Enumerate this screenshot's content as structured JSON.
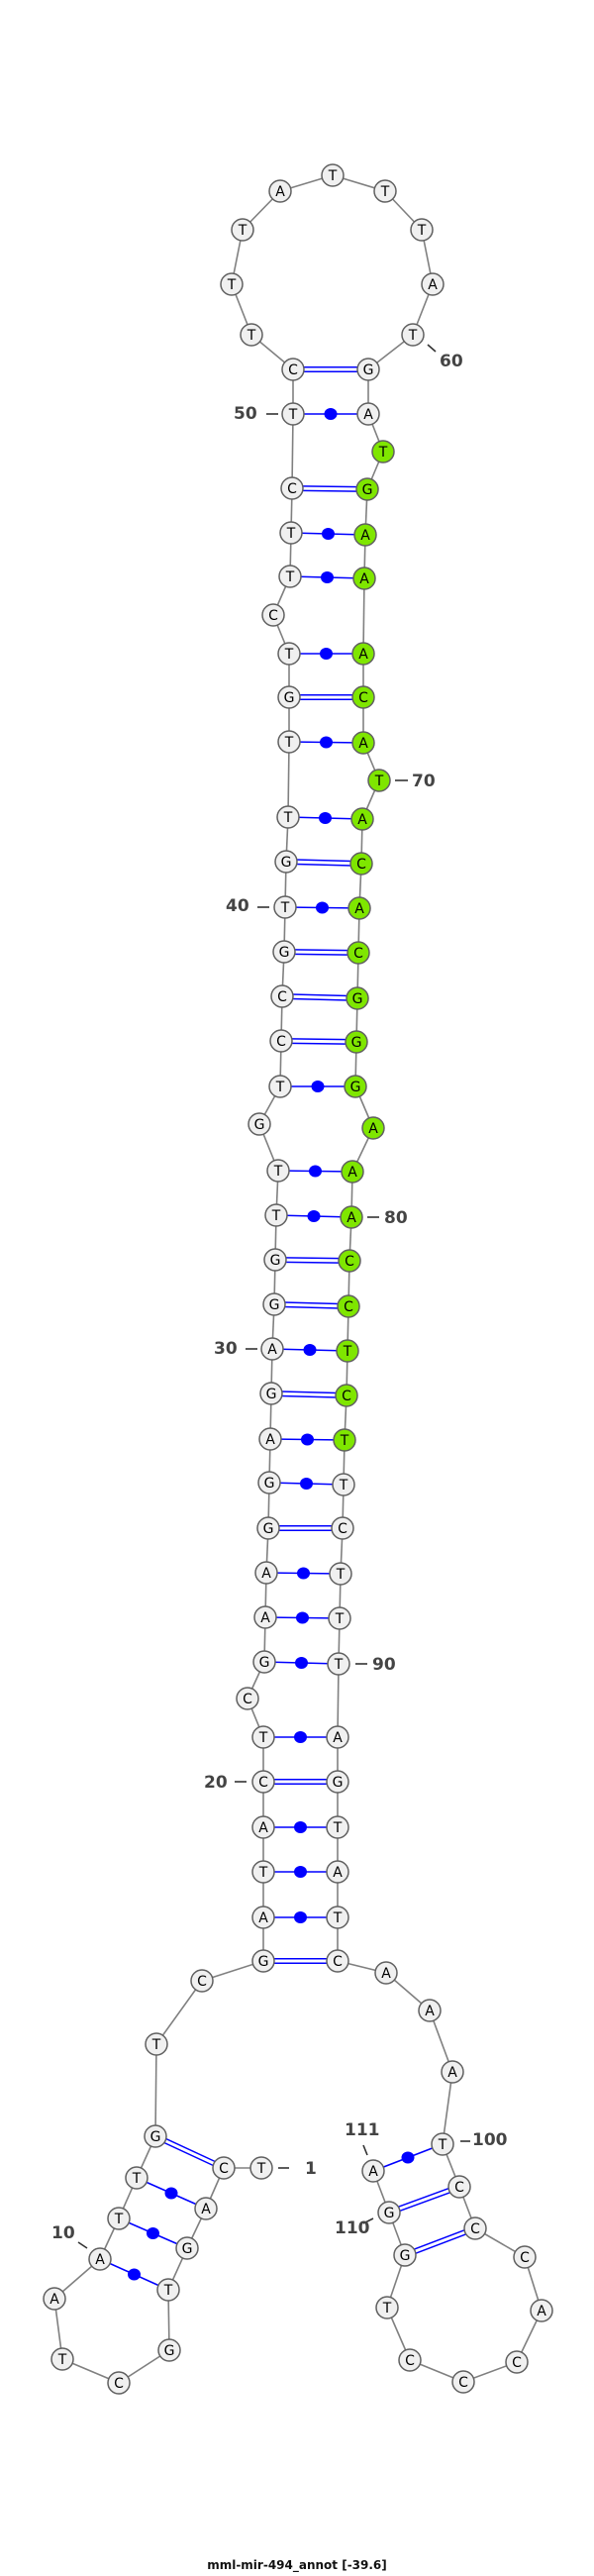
{
  "title": "mml-mir-494_annot [-39.6]",
  "colors": {
    "backbone": "#808080",
    "pair": "#0000ff",
    "node_fill": "#f0f0f0",
    "node_stroke": "#606060",
    "highlight_fill": "#7fe600",
    "label": "#444444"
  },
  "nucleotides": [
    "T",
    "C",
    "A",
    "G",
    "T",
    "G",
    "C",
    "T",
    "A",
    "A",
    "T",
    "T",
    "G",
    "T",
    "C",
    "G",
    "A",
    "T",
    "A",
    "C",
    "T",
    "C",
    "G",
    "A",
    "A",
    "G",
    "G",
    "A",
    "G",
    "A",
    "G",
    "G",
    "T",
    "T",
    "G",
    "T",
    "C",
    "C",
    "G",
    "T",
    "G",
    "T",
    "T",
    "G",
    "T",
    "C",
    "T",
    "T",
    "C",
    "T",
    "C",
    "T",
    "T",
    "T",
    "A",
    "T",
    "T",
    "T",
    "A",
    "T",
    "G",
    "A",
    "T",
    "G",
    "A",
    "A",
    "A",
    "C",
    "A",
    "T",
    "A",
    "C",
    "A",
    "C",
    "G",
    "G",
    "G",
    "A",
    "A",
    "A",
    "C",
    "C",
    "T",
    "C",
    "T",
    "T",
    "C",
    "T",
    "T",
    "T",
    "A",
    "G",
    "T",
    "A",
    "T",
    "C",
    "A",
    "A",
    "A",
    "T",
    "C",
    "C",
    "C",
    "A",
    "C",
    "C",
    "C",
    "T",
    "G",
    "G",
    "A"
  ],
  "highlight_range": [
    63,
    85
  ],
  "pairs": [
    [
      2,
      13,
      "double"
    ],
    [
      3,
      12,
      "dot"
    ],
    [
      4,
      11,
      "dot"
    ],
    [
      5,
      10,
      "dot"
    ],
    [
      16,
      96,
      "double"
    ],
    [
      17,
      95,
      "dot"
    ],
    [
      18,
      94,
      "dot"
    ],
    [
      19,
      93,
      "dot"
    ],
    [
      20,
      92,
      "double"
    ],
    [
      21,
      91,
      "dot"
    ],
    [
      23,
      90,
      "dot"
    ],
    [
      24,
      89,
      "dot"
    ],
    [
      25,
      88,
      "dot"
    ],
    [
      26,
      87,
      "double"
    ],
    [
      27,
      86,
      "dot"
    ],
    [
      28,
      85,
      "dot"
    ],
    [
      29,
      84,
      "double"
    ],
    [
      30,
      83,
      "dot"
    ],
    [
      31,
      82,
      "double"
    ],
    [
      32,
      81,
      "double"
    ],
    [
      33,
      80,
      "dot"
    ],
    [
      34,
      79,
      "dot"
    ],
    [
      36,
      77,
      "dot"
    ],
    [
      37,
      76,
      "double"
    ],
    [
      38,
      75,
      "double"
    ],
    [
      39,
      74,
      "double"
    ],
    [
      40,
      73,
      "dot"
    ],
    [
      41,
      72,
      "double"
    ],
    [
      42,
      71,
      "dot"
    ],
    [
      43,
      69,
      "dot"
    ],
    [
      44,
      68,
      "double"
    ],
    [
      45,
      67,
      "dot"
    ],
    [
      47,
      66,
      "dot"
    ],
    [
      48,
      65,
      "dot"
    ],
    [
      49,
      64,
      "double"
    ],
    [
      50,
      62,
      "dot"
    ],
    [
      51,
      61,
      "double"
    ],
    [
      100,
      111,
      "dot"
    ],
    [
      101,
      110,
      "double"
    ],
    [
      102,
      109,
      "double"
    ]
  ],
  "position_labels": [
    "1",
    "10",
    "20",
    "30",
    "40",
    "50",
    "60",
    "70",
    "80",
    "90",
    "100",
    "110",
    "111"
  ]
}
